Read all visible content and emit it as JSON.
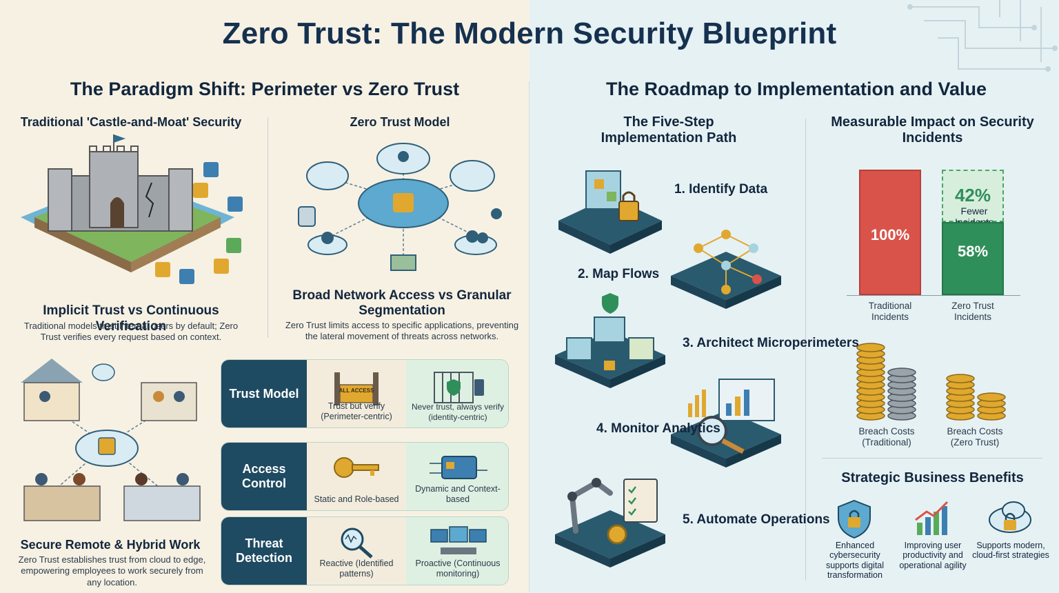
{
  "title": "Zero Trust: The Modern Security Blueprint",
  "left": {
    "heading": "The Paradigm Shift: Perimeter vs Zero Trust",
    "traditional": {
      "title": "Traditional 'Castle-and-Moat' Security",
      "subtitle": "Implicit Trust vs Continuous Verification",
      "text": "Traditional models trust internal users by default; Zero Trust verifies every request based on context."
    },
    "zt_model": {
      "title": "Zero Trust Model",
      "subtitle": "Broad Network Access vs Granular Segmentation",
      "text": "Zero Trust limits access to specific applications, preventing the lateral movement of threats across networks."
    },
    "remote": {
      "subtitle": "Secure Remote & Hybrid Work",
      "text": "Zero Trust establishes trust from cloud to edge, empowering employees to work securely from any location."
    },
    "table": [
      {
        "label": "Trust Model",
        "badge": "ALL ACCESS",
        "traditional": "Trust but verify (Perimeter-centric)",
        "zerotrust": "Never trust, always verify (identity-centric)"
      },
      {
        "label": "Access Control",
        "traditional": "Static and Role-based",
        "zerotrust": "Dynamic and Context-based"
      },
      {
        "label": "Threat Detection",
        "traditional": "Reactive (Identified patterns)",
        "zerotrust": "Proactive (Continuous monitoring)"
      }
    ]
  },
  "right": {
    "heading": "The Roadmap to Implementation and Value",
    "path_title": "The Five-Step Implementation Path",
    "steps": [
      "1. Identify Data",
      "2. Map Flows",
      "3. Architect Microperimeters",
      "4. Monitor Analytics",
      "5. Automate Operations"
    ],
    "impact_title": "Measurable Impact on Security Incidents",
    "chart_data": {
      "type": "bar",
      "categories": [
        "Traditional Incidents",
        "Zero Trust Incidents"
      ],
      "values": [
        100,
        58
      ],
      "labels": [
        "100%",
        "58%"
      ],
      "reduction_label": "42%",
      "reduction_text": "Fewer Incidents"
    },
    "costs": [
      "Breach Costs (Traditional)",
      "Breach Costs (Zero Trust)"
    ],
    "benefits_title": "Strategic Business Benefits",
    "benefits": [
      "Enhanced cybersecurity supports digital transformation",
      "Improving user productivity and operational agility",
      "Supports modern, cloud-first strategies"
    ]
  },
  "colors": {
    "navy": "#1e4a62",
    "red": "#d9534a",
    "green": "#2f8f5a",
    "gold": "#e0a82e"
  }
}
